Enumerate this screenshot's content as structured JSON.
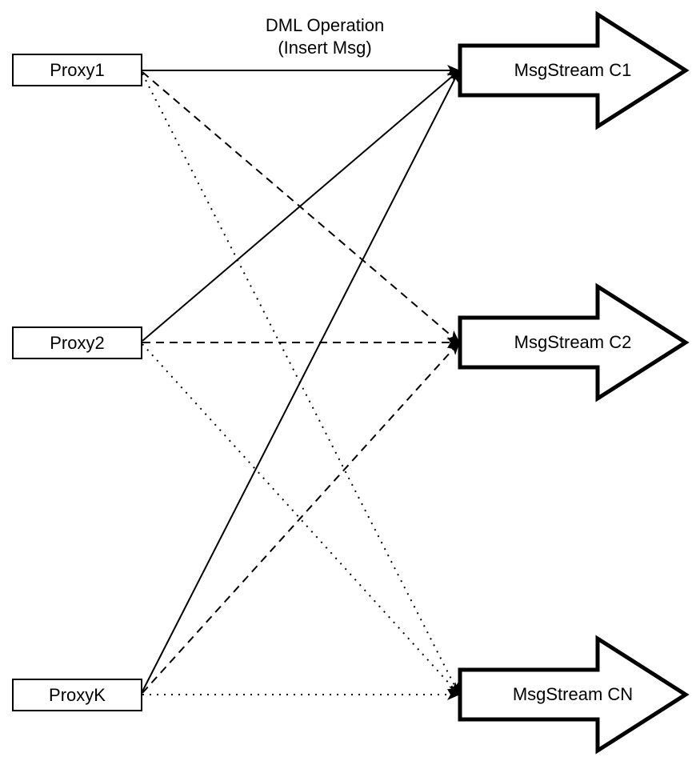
{
  "diagram": {
    "annotation": {
      "line1": "DML Operation",
      "line2": "(Insert Msg)"
    },
    "proxies": [
      {
        "label": "Proxy1"
      },
      {
        "label": "Proxy2"
      },
      {
        "label": "ProxyK"
      }
    ],
    "streams": [
      {
        "label": "MsgStream C1"
      },
      {
        "label": "MsgStream C2"
      },
      {
        "label": "MsgStream CN"
      }
    ],
    "connections": [
      {
        "from": "Proxy1",
        "to": "MsgStream C1",
        "line_style": "solid"
      },
      {
        "from": "Proxy1",
        "to": "MsgStream C2",
        "line_style": "dashed"
      },
      {
        "from": "Proxy1",
        "to": "MsgStream CN",
        "line_style": "dotted"
      },
      {
        "from": "Proxy2",
        "to": "MsgStream C1",
        "line_style": "solid"
      },
      {
        "from": "Proxy2",
        "to": "MsgStream C2",
        "line_style": "dashed"
      },
      {
        "from": "Proxy2",
        "to": "MsgStream CN",
        "line_style": "dotted"
      },
      {
        "from": "ProxyK",
        "to": "MsgStream C1",
        "line_style": "solid"
      },
      {
        "from": "ProxyK",
        "to": "MsgStream C2",
        "line_style": "dashed"
      },
      {
        "from": "ProxyK",
        "to": "MsgStream CN",
        "line_style": "dotted"
      }
    ],
    "colors": {
      "stroke": "#000000",
      "fill": "#ffffff"
    }
  }
}
